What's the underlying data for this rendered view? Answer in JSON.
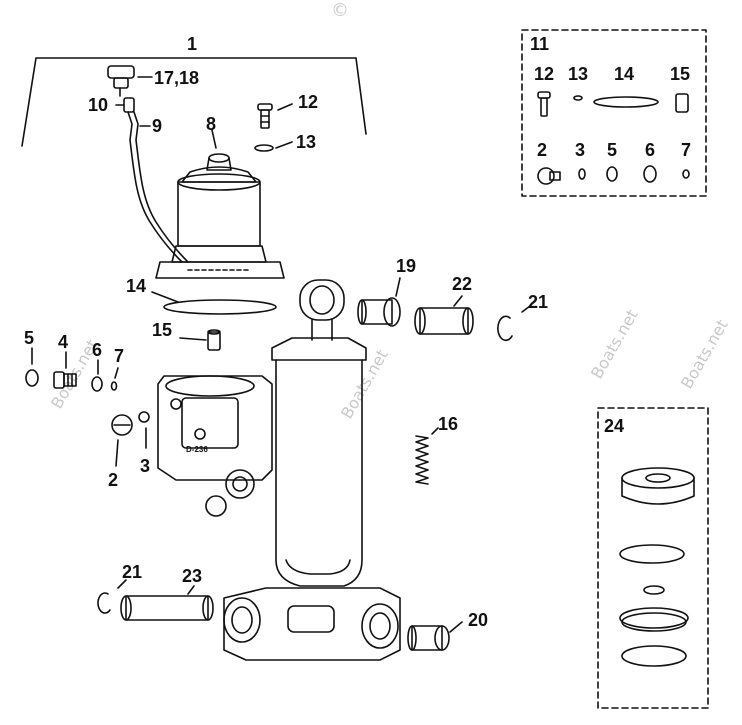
{
  "callouts": {
    "c1": "1",
    "c17_18": "17,18",
    "c10": "10",
    "c9": "9",
    "c8": "8",
    "c12": "12",
    "c13": "13",
    "c14": "14",
    "c15": "15",
    "c19": "19",
    "c22": "22",
    "c21a": "21",
    "c21b": "21",
    "c5": "5",
    "c4": "4",
    "c6": "6",
    "c7": "7",
    "c2": "2",
    "c3": "3",
    "c16": "16",
    "c23": "23",
    "c20": "20"
  },
  "kit11": {
    "title": "11",
    "top": [
      "12",
      "13",
      "14",
      "15"
    ],
    "bottom": [
      "2",
      "3",
      "5",
      "6",
      "7"
    ]
  },
  "kit24": {
    "title": "24"
  },
  "part_marks": {
    "casting": "D-236"
  },
  "watermark": {
    "copyright_symbol": "©",
    "site": "Boats.net"
  },
  "colors": {
    "line": "#111111",
    "watermark": "#c9c9c9",
    "background": "#ffffff"
  }
}
